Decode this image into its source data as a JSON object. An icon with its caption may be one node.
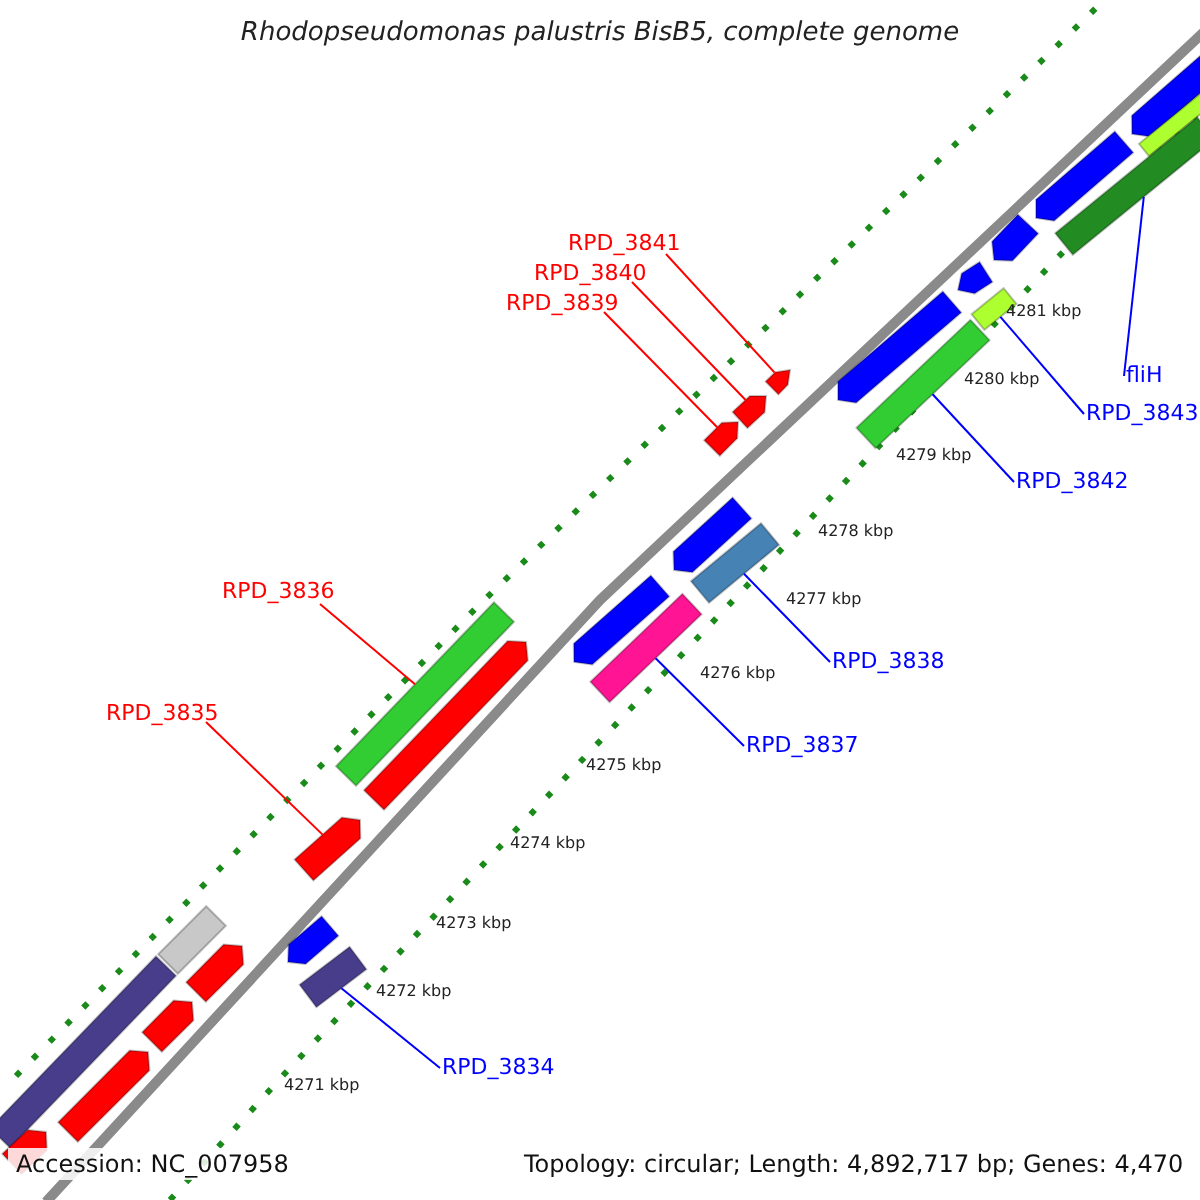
{
  "diagram": {
    "title": "Rhodopseudomonas palustris BisB5, complete genome",
    "nodes": [
      {
        "text": [
          "RPD_3841"
        ]
      },
      {
        "text": [
          "RPD_3840"
        ]
      },
      {
        "text": [
          "RPD_3839"
        ]
      },
      {
        "text": [
          "fliH"
        ]
      },
      {
        "text": [
          "RPD_3843"
        ]
      },
      {
        "text": [
          "RPD_3842"
        ]
      },
      {
        "text": [
          "RPD_3836"
        ]
      },
      {
        "text": [
          "RPD_3838"
        ]
      },
      {
        "text": [
          "RPD_3835"
        ]
      },
      {
        "text": [
          "RPD_3837"
        ]
      },
      {
        "text": [
          "RPD_3834"
        ]
      },
      {
        "text": [],
        "shape": "arrow"
      },
      {
        "text": [],
        "shape": "arrow"
      },
      {
        "text": [],
        "shape": "arrow"
      },
      {
        "text": [],
        "shape": "bar"
      },
      {
        "text": [],
        "shape": "bar"
      },
      {
        "text": [],
        "shape": "bar"
      },
      {
        "text": [],
        "shape": "bar"
      },
      {
        "text": [],
        "shape": "bar"
      },
      {
        "text": [],
        "shape": "arrow"
      },
      {
        "text": [],
        "shape": "bar"
      },
      {
        "text": [],
        "shape": "bar"
      },
      {
        "text": [],
        "shape": "arrow"
      }
    ],
    "edges": [
      {
        "from": 0,
        "to": 11,
        "arrow": "none",
        "color": "#ff0000"
      },
      {
        "from": 1,
        "to": 12,
        "arrow": "none",
        "color": "#ff0000"
      },
      {
        "from": 2,
        "to": 13,
        "arrow": "none",
        "color": "#ff0000"
      },
      {
        "from": 3,
        "to": 14,
        "arrow": "none"
      },
      {
        "from": 4,
        "to": 15,
        "arrow": "none"
      },
      {
        "from": 5,
        "to": 16,
        "arrow": "none"
      },
      {
        "from": 6,
        "to": 17,
        "arrow": "none",
        "color": "#ff0000"
      },
      {
        "from": 7,
        "to": 18,
        "arrow": "none"
      },
      {
        "from": 8,
        "to": 19,
        "arrow": "none",
        "color": "#ff0000"
      },
      {
        "from": 9,
        "to": 20,
        "arrow": "none"
      },
      {
        "from": 10,
        "to": 21,
        "arrow": "none"
      }
    ],
    "labels": [
      "4281 kbp",
      "4280 kbp",
      "4279 kbp",
      "4278 kbp",
      "4277 kbp",
      "4276 kbp",
      "4275 kbp",
      "4274 kbp",
      "4273 kbp",
      "4272 kbp",
      "4271 kbp",
      "Accession: NC_007958",
      "Topology: circular; Length: 4,892,717 bp; Genes: 4,470"
    ]
  }
}
